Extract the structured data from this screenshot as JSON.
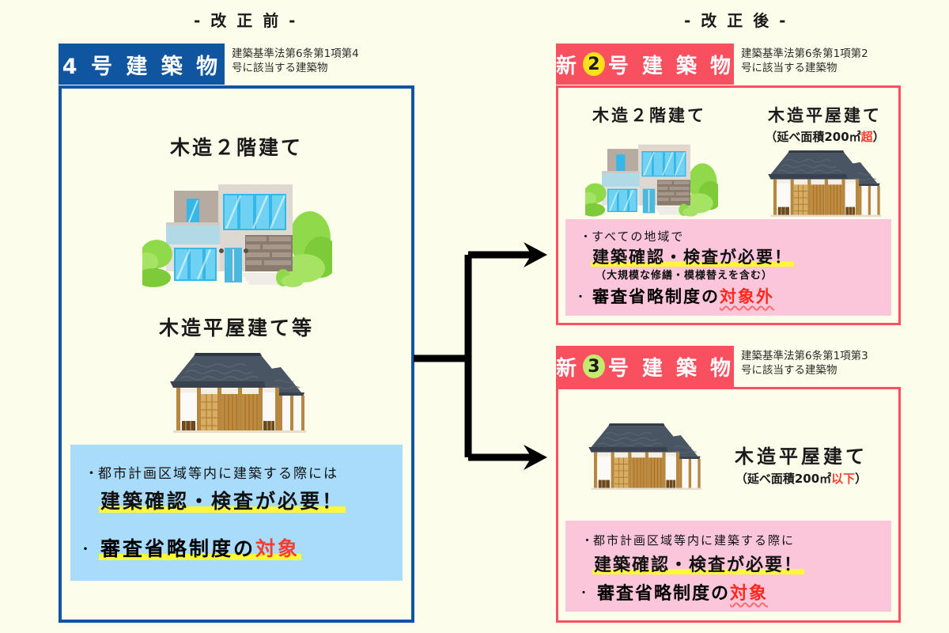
{
  "background_color": "#fdfdeb",
  "colors": {
    "blue": "#10559f",
    "red": "#f9505f",
    "light_blue_box": "#a9dcfb",
    "pink_box": "#fbc6da",
    "yellow_circle": "#ffe11a",
    "green_circle": "#c3ec6e",
    "highlight_yellow": "#fff83a",
    "accent_red_text": "#ff3b30"
  },
  "sections": {
    "before": {
      "title": "- 改 正 前 -"
    },
    "after": {
      "title": "- 改 正 後 -"
    }
  },
  "before_panel": {
    "header": {
      "tag_label": "4 号 建 築 物",
      "note": "建築基準法第6条第1項第4\n号に該当する建築物"
    },
    "illustrations": [
      {
        "icon": "modern-two-story-house-icon",
        "label": "木造２階建て"
      },
      {
        "icon": "traditional-one-story-house-icon",
        "label": "木造平屋建て等"
      }
    ],
    "info": {
      "bullet": "・",
      "line1_lead": "都市計画区域等内に建築する際には",
      "line2_highlight": "建築確認・検査が必要！",
      "bullet2": "・",
      "line3_prefix": "審査省略制度の",
      "line3_accent": "対象"
    }
  },
  "after_panel_2": {
    "header": {
      "tag_prefix": "新",
      "tag_number": "2",
      "tag_suffix": "号 建 築 物",
      "note": "建築基準法第6条第1項第2\n号に該当する建築物"
    },
    "illustrations": [
      {
        "icon": "modern-two-story-house-icon",
        "label": "木造２階建て",
        "sub": ""
      },
      {
        "icon": "traditional-one-story-house-icon",
        "label": "木造平屋建て",
        "sub_prefix": "（延べ面積200㎡",
        "sub_accent": "超",
        "sub_suffix": "）"
      }
    ],
    "info": {
      "bullet": "・",
      "line1_lead": "すべての地域で",
      "line2_highlight": "建築確認・検査が必要！",
      "line3_paren": "（大規模な修繕・模様替えを含む）",
      "bullet2": "・",
      "line4_prefix": "審査省略制度の",
      "line4_accent": "対象外"
    }
  },
  "after_panel_3": {
    "header": {
      "tag_prefix": "新",
      "tag_number": "3",
      "tag_suffix": "号 建 築 物",
      "note": "建築基準法第6条第1項第3\n号に該当する建築物"
    },
    "illustrations": [
      {
        "icon": "traditional-one-story-house-icon",
        "label": "木造平屋建て",
        "sub_prefix": "（延べ面積200㎡",
        "sub_accent": "以下",
        "sub_suffix": "）"
      }
    ],
    "info": {
      "bullet": "・",
      "line1_lead": "都市計画区域等内に建築する際に",
      "line2_highlight": "建築確認・検査が必要！",
      "bullet2": "・",
      "line3_prefix": "審査省略制度の",
      "line3_accent": "対象"
    }
  },
  "arrows": {
    "icon": "branching-arrow-icon",
    "count": 2,
    "color": "#000000"
  }
}
